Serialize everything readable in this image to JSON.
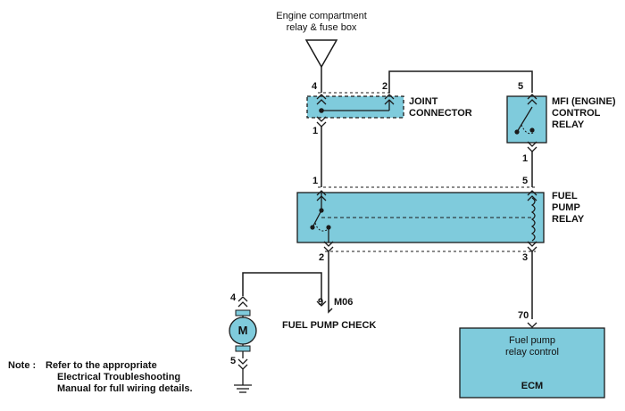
{
  "source": {
    "label": "Engine compartment relay & fuse box",
    "label_lines": [
      "Engine compartment",
      "relay & fuse box"
    ]
  },
  "joint_connector": {
    "label_lines": [
      "JOINT",
      "CONNECTOR"
    ],
    "pins": {
      "top_left": "4",
      "top_right": "2",
      "bottom": "1"
    }
  },
  "mfi_relay": {
    "label_lines": [
      "MFI (ENGINE)",
      "CONTROL",
      "RELAY"
    ],
    "pins": {
      "top": "5",
      "bottom": "1"
    }
  },
  "fuel_pump_relay": {
    "label_lines": [
      "FUEL",
      "PUMP",
      "RELAY"
    ],
    "pins": {
      "top_left": "1",
      "top_right": "5",
      "bottom_left": "2",
      "bottom_right": "3"
    }
  },
  "check_connector": {
    "pin": "9",
    "connector_id": "M06",
    "label": "FUEL PUMP CHECK"
  },
  "motor": {
    "symbol": "M",
    "pins": {
      "top": "4",
      "bottom": "5"
    }
  },
  "ecm": {
    "pin": "70",
    "function_lines": [
      "Fuel pump",
      "relay control"
    ],
    "name": "ECM"
  },
  "note": {
    "prefix": "Note :",
    "lines": [
      "Refer to the appropriate",
      "Electrical Troubleshooting",
      "Manual for full wiring details."
    ]
  },
  "colors": {
    "component_fill": "#7fcbdc",
    "wire": "#1a1a1a",
    "background": "#ffffff"
  }
}
